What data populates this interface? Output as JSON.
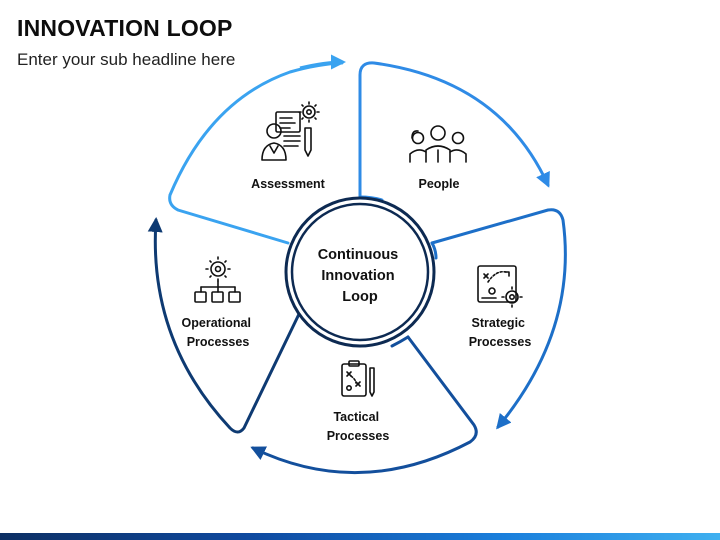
{
  "header": {
    "title": "INNOVATION LOOP",
    "subtitle": "Enter your sub headline here"
  },
  "center": {
    "lines": [
      "Continuous",
      "Innovation",
      "Loop"
    ]
  },
  "segments": [
    {
      "id": "assessment",
      "lines": [
        "Assessment"
      ],
      "icon": "assessment-icon",
      "color": "#3aa3f0"
    },
    {
      "id": "people",
      "lines": [
        "People"
      ],
      "icon": "people-icon",
      "color": "#2f8be6"
    },
    {
      "id": "strategic",
      "lines": [
        "Strategic",
        "Processes"
      ],
      "icon": "strategy-board-icon",
      "color": "#1d6fc8"
    },
    {
      "id": "tactical",
      "lines": [
        "Tactical",
        "Processes"
      ],
      "icon": "clipboard-plan-icon",
      "color": "#134f9c"
    },
    {
      "id": "operational",
      "lines": [
        "Operational",
        "Processes"
      ],
      "icon": "gear-hierarchy-icon",
      "color": "#0e3a72"
    }
  ],
  "colors": {
    "bottom_bar_start": "#0d2f63",
    "bottom_bar_end": "#3fb0f0",
    "center_ring": "#0d2a52"
  }
}
